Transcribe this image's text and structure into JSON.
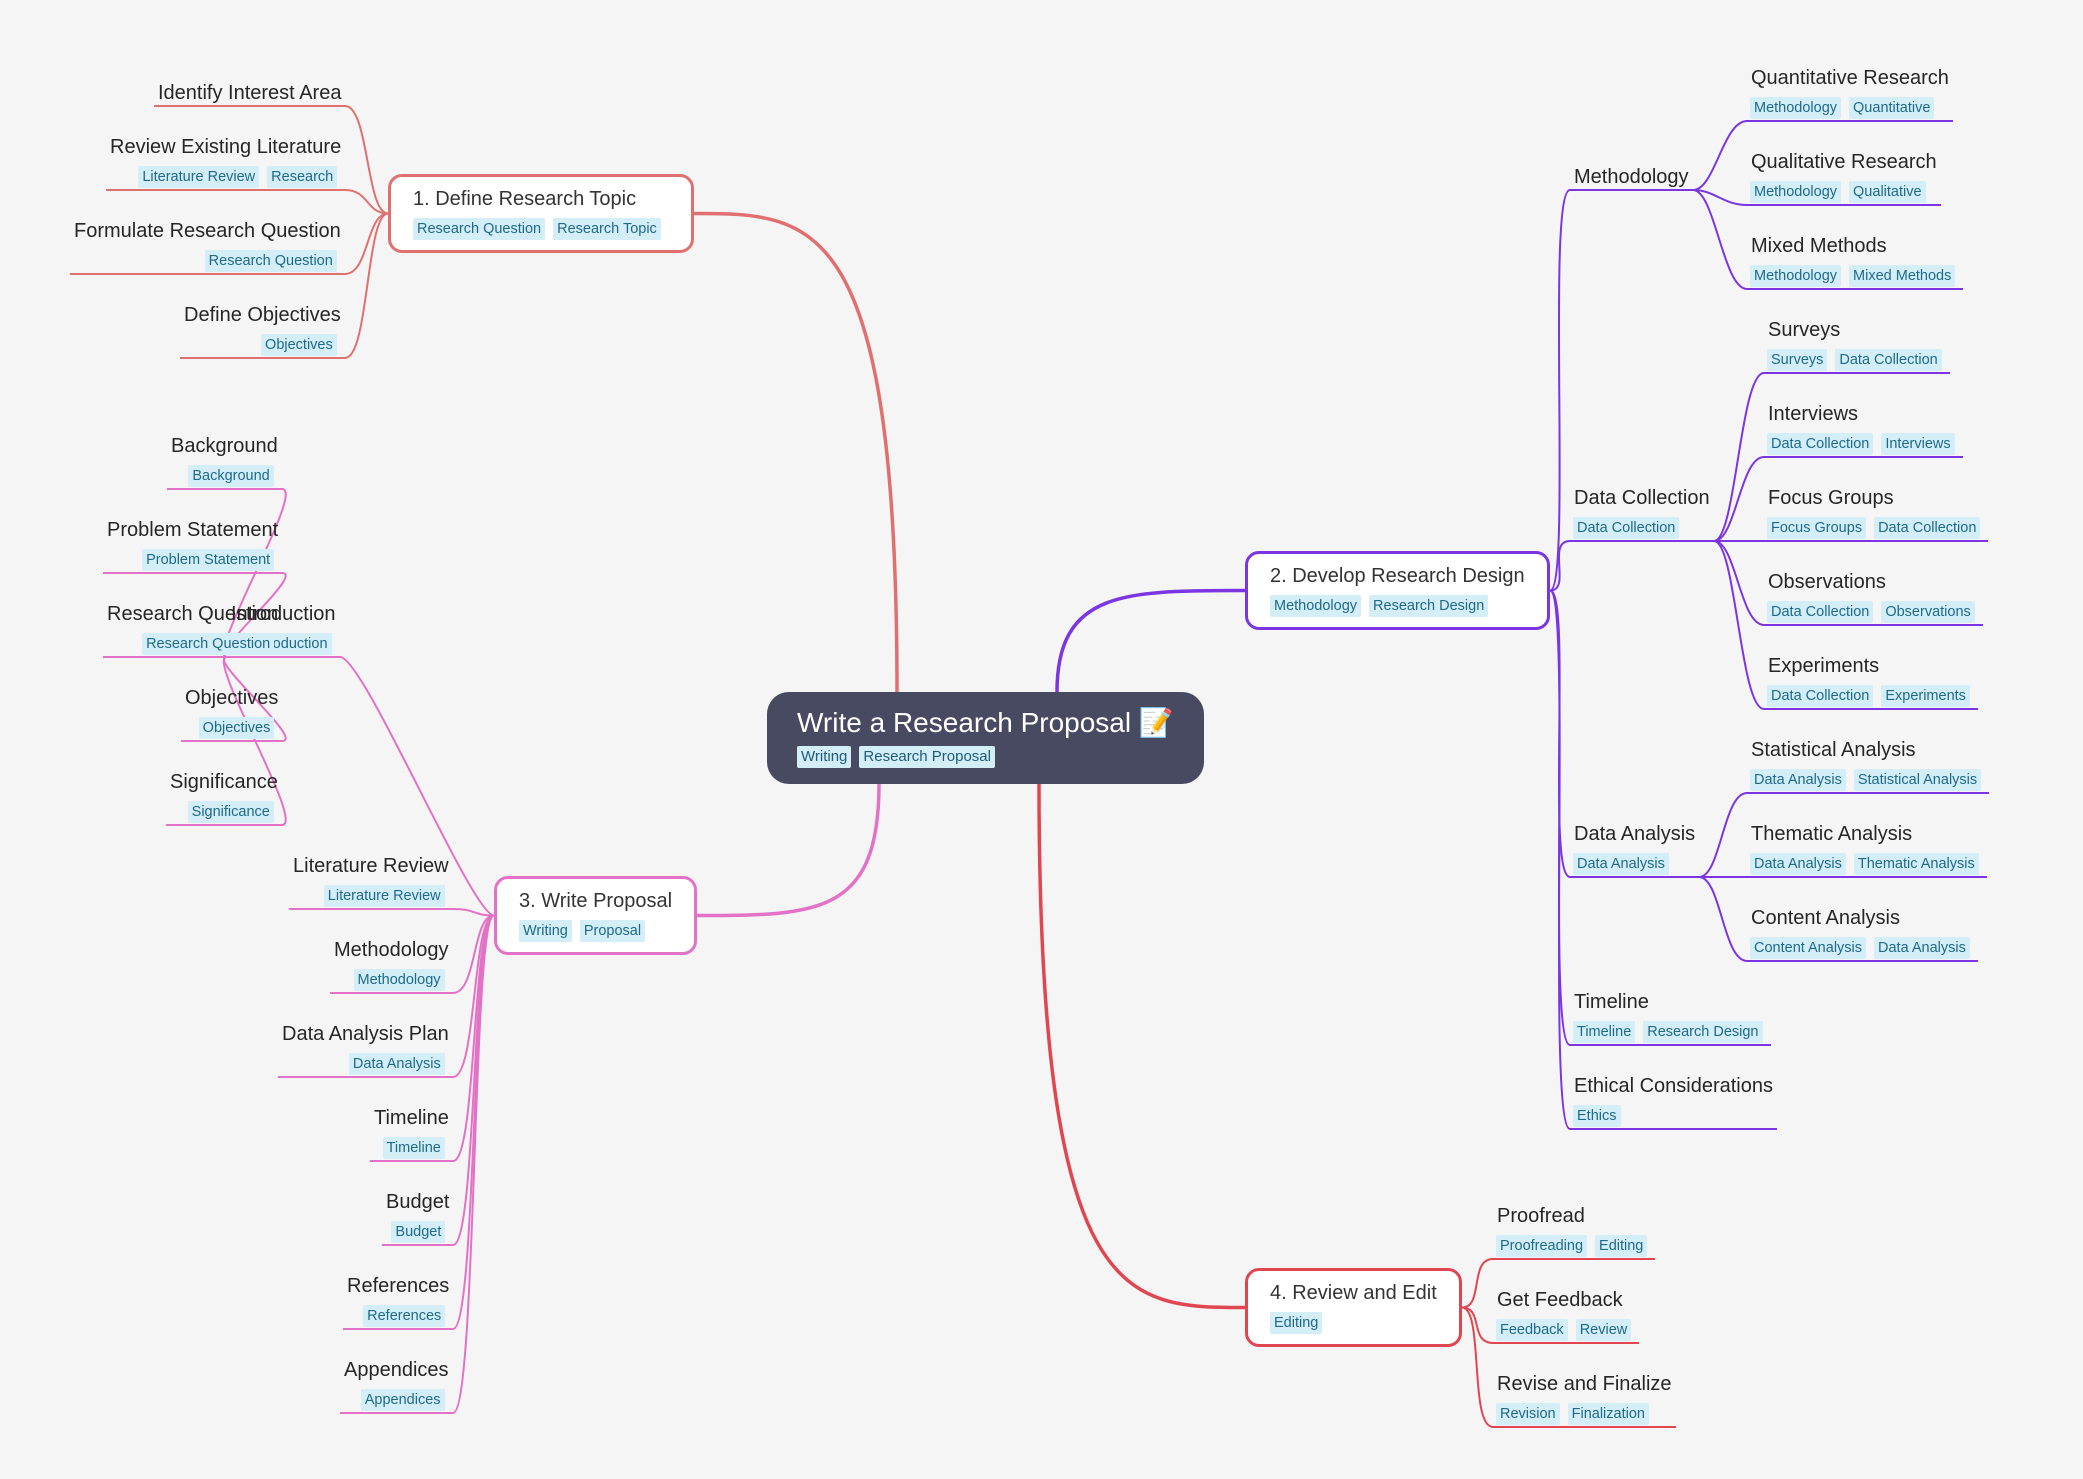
{
  "map": {
    "root": {
      "title": "Write a Research Proposal 📝",
      "tags": [
        "Writing",
        "Research Proposal"
      ]
    },
    "branches": [
      {
        "title": "1. Define Research Topic",
        "tags": [
          "Research Question",
          "Research Topic"
        ],
        "color": "#e07070",
        "children": [
          {
            "title": "Identify Interest Area",
            "tags": []
          },
          {
            "title": "Review Existing Literature",
            "tags": [
              "Literature Review",
              "Research"
            ]
          },
          {
            "title": "Formulate Research Question",
            "tags": [
              "Research Question"
            ]
          },
          {
            "title": "Define Objectives",
            "tags": [
              "Objectives"
            ]
          }
        ]
      },
      {
        "title": "2. Develop Research Design",
        "tags": [
          "Methodology",
          "Research Design"
        ],
        "color": "#7b35e2",
        "children": [
          {
            "title": "Methodology",
            "tags": [],
            "children": [
              {
                "title": "Quantitative Research",
                "tags": [
                  "Methodology",
                  "Quantitative"
                ]
              },
              {
                "title": "Qualitative Research",
                "tags": [
                  "Methodology",
                  "Qualitative"
                ]
              },
              {
                "title": "Mixed Methods",
                "tags": [
                  "Methodology",
                  "Mixed Methods"
                ]
              }
            ]
          },
          {
            "title": "Data Collection",
            "tags": [
              "Data Collection"
            ],
            "children": [
              {
                "title": "Surveys",
                "tags": [
                  "Surveys",
                  "Data Collection"
                ]
              },
              {
                "title": "Interviews",
                "tags": [
                  "Data Collection",
                  "Interviews"
                ]
              },
              {
                "title": "Focus Groups",
                "tags": [
                  "Focus Groups",
                  "Data Collection"
                ]
              },
              {
                "title": "Observations",
                "tags": [
                  "Data Collection",
                  "Observations"
                ]
              },
              {
                "title": "Experiments",
                "tags": [
                  "Data Collection",
                  "Experiments"
                ]
              }
            ]
          },
          {
            "title": "Data Analysis",
            "tags": [
              "Data Analysis"
            ],
            "children": [
              {
                "title": "Statistical Analysis",
                "tags": [
                  "Data Analysis",
                  "Statistical Analysis"
                ]
              },
              {
                "title": "Thematic Analysis",
                "tags": [
                  "Data Analysis",
                  "Thematic Analysis"
                ]
              },
              {
                "title": "Content Analysis",
                "tags": [
                  "Content Analysis",
                  "Data Analysis"
                ]
              }
            ]
          },
          {
            "title": "Timeline",
            "tags": [
              "Timeline",
              "Research Design"
            ]
          },
          {
            "title": "Ethical Considerations",
            "tags": [
              "Ethics"
            ]
          }
        ]
      },
      {
        "title": "3. Write Proposal",
        "tags": [
          "Writing",
          "Proposal"
        ],
        "color": "#e372c6",
        "children": [
          {
            "title": "Introduction",
            "tags": [
              "Introduction"
            ],
            "children": [
              {
                "title": "Background",
                "tags": [
                  "Background"
                ]
              },
              {
                "title": "Problem Statement",
                "tags": [
                  "Problem Statement"
                ]
              },
              {
                "title": "Research Question",
                "tags": [
                  "Research Question"
                ]
              },
              {
                "title": "Objectives",
                "tags": [
                  "Objectives"
                ]
              },
              {
                "title": "Significance",
                "tags": [
                  "Significance"
                ]
              }
            ]
          },
          {
            "title": "Literature Review",
            "tags": [
              "Literature Review"
            ]
          },
          {
            "title": "Methodology",
            "tags": [
              "Methodology"
            ]
          },
          {
            "title": "Data Analysis Plan",
            "tags": [
              "Data Analysis"
            ]
          },
          {
            "title": "Timeline",
            "tags": [
              "Timeline"
            ]
          },
          {
            "title": "Budget",
            "tags": [
              "Budget"
            ]
          },
          {
            "title": "References",
            "tags": [
              "References"
            ]
          },
          {
            "title": "Appendices",
            "tags": [
              "Appendices"
            ]
          }
        ]
      },
      {
        "title": "4. Review and Edit",
        "tags": [
          "Editing"
        ],
        "color": "#e04652",
        "children": [
          {
            "title": "Proofread",
            "tags": [
              "Proofreading",
              "Editing"
            ]
          },
          {
            "title": "Get Feedback",
            "tags": [
              "Feedback",
              "Review"
            ]
          },
          {
            "title": "Revise and Finalize",
            "tags": [
              "Revision",
              "Finalization"
            ]
          }
        ]
      }
    ]
  }
}
